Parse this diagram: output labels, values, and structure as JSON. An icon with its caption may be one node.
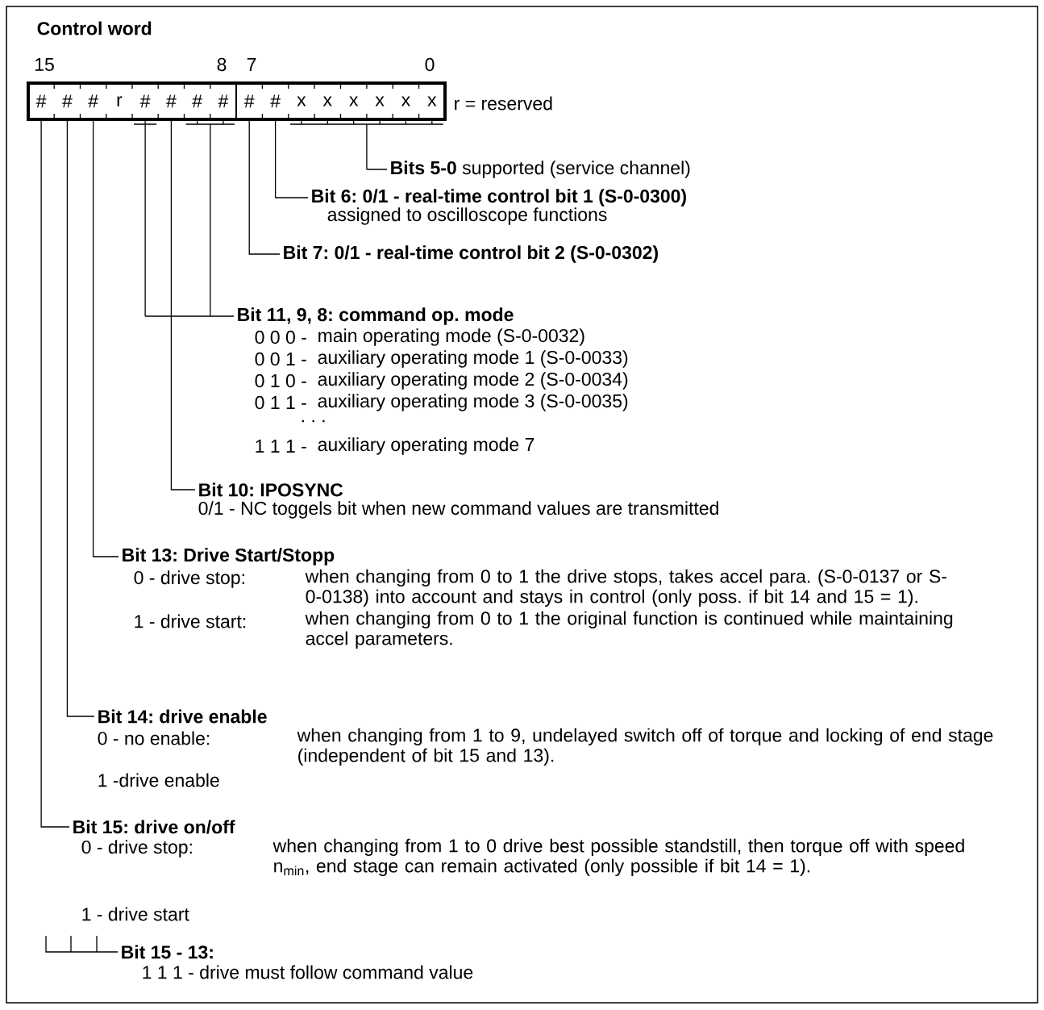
{
  "diagram": {
    "title": "Control word",
    "nodes": [
      {
        "text": [
          "#"
        ]
      },
      {
        "text": [
          "#"
        ]
      },
      {
        "text": [
          "#"
        ]
      },
      {
        "text": [
          "r"
        ]
      },
      {
        "text": [
          "#"
        ]
      },
      {
        "text": [
          "#"
        ]
      },
      {
        "text": [
          "#"
        ]
      },
      {
        "text": [
          "#"
        ]
      },
      {
        "text": [
          "#"
        ]
      },
      {
        "text": [
          "#"
        ]
      },
      {
        "text": [
          "x"
        ]
      },
      {
        "text": [
          "x"
        ]
      },
      {
        "text": [
          "x"
        ]
      },
      {
        "text": [
          "x"
        ]
      },
      {
        "text": [
          "x"
        ]
      },
      {
        "text": [
          "x"
        ]
      },
      {
        "text": [
          "**Bits 5-0** supported (service channel)"
        ]
      },
      {
        "text": [
          "Bit 6: 0/1 - real-time control bit 1 (S-0-0300)",
          "assigned to oscilloscope functions"
        ]
      },
      {
        "text": [
          "Bit 7: 0/1 - real-time control bit 2 (S-0-0302)"
        ]
      },
      {
        "text": [
          "Bit 11, 9, 8: command op. mode",
          "0 0 0 -",
          "main operating mode (S-0-0032)",
          "0 0 1 -",
          "auxiliary operating mode 1 (S-0-0033)",
          "0 1 0 -",
          "auxiliary operating mode 2 (S-0-0034)",
          "0 1 1 -",
          "auxiliary operating mode 3 (S-0-0035)",
          ". . .",
          "1 1 1 -",
          "auxiliary operating mode 7"
        ]
      },
      {
        "text": [
          "Bit 10: IPOSYNC",
          "0/1 - NC toggels bit when new command values are transmitted"
        ]
      },
      {
        "text": [
          "Bit 13: Drive Start/Stopp",
          "0 - drive stop:",
          "when changing from 0 to 1 the drive stops, takes accel para. (S-0-0137 or S-0-0138) into account and stays in control (only poss. if bit 14 and 15 = 1).",
          "1 - drive start:",
          "when changing from 0 to 1 the original function is continued while maintaining accel parameters."
        ]
      },
      {
        "text": [
          "Bit 14: drive enable",
          "0 - no enable:",
          "when changing from 1 to 9, undelayed switch off of torque and locking of end stage (independent of bit 15 and 13).",
          "1 -drive enable"
        ]
      },
      {
        "text": [
          "Bit 15: drive on/off",
          "0 - drive stop:",
          "when changing from 1 to 0 drive best possible standstill, then torque off with speed n$_{min}$, end stage can remain activated (only possible if bit 14 = 1).",
          "1 - drive start"
        ]
      },
      {
        "text": [
          "Bit 15 - 13:",
          "1 1 1 - drive must follow command value"
        ]
      }
    ],
    "edges": [
      {
        "from": 10,
        "to": 16,
        "arrow": "none"
      },
      {
        "from": 11,
        "to": 16,
        "arrow": "none"
      },
      {
        "from": 12,
        "to": 16,
        "arrow": "none"
      },
      {
        "from": 13,
        "to": 16,
        "arrow": "none"
      },
      {
        "from": 14,
        "to": 16,
        "arrow": "none"
      },
      {
        "from": 15,
        "to": 16,
        "arrow": "none"
      },
      {
        "from": 9,
        "to": 17,
        "arrow": "none"
      },
      {
        "from": 8,
        "to": 18,
        "arrow": "none"
      },
      {
        "from": 4,
        "to": 19,
        "arrow": "none"
      },
      {
        "from": 6,
        "to": 19,
        "arrow": "none"
      },
      {
        "from": 7,
        "to": 19,
        "arrow": "none"
      },
      {
        "from": 5,
        "to": 20,
        "arrow": "none"
      },
      {
        "from": 2,
        "to": 21,
        "arrow": "none"
      },
      {
        "from": 1,
        "to": 22,
        "arrow": "none"
      },
      {
        "from": 0,
        "to": 23,
        "arrow": "none"
      }
    ],
    "labels": [
      "15",
      "8",
      "7",
      "0",
      "r = reserved"
    ]
  }
}
